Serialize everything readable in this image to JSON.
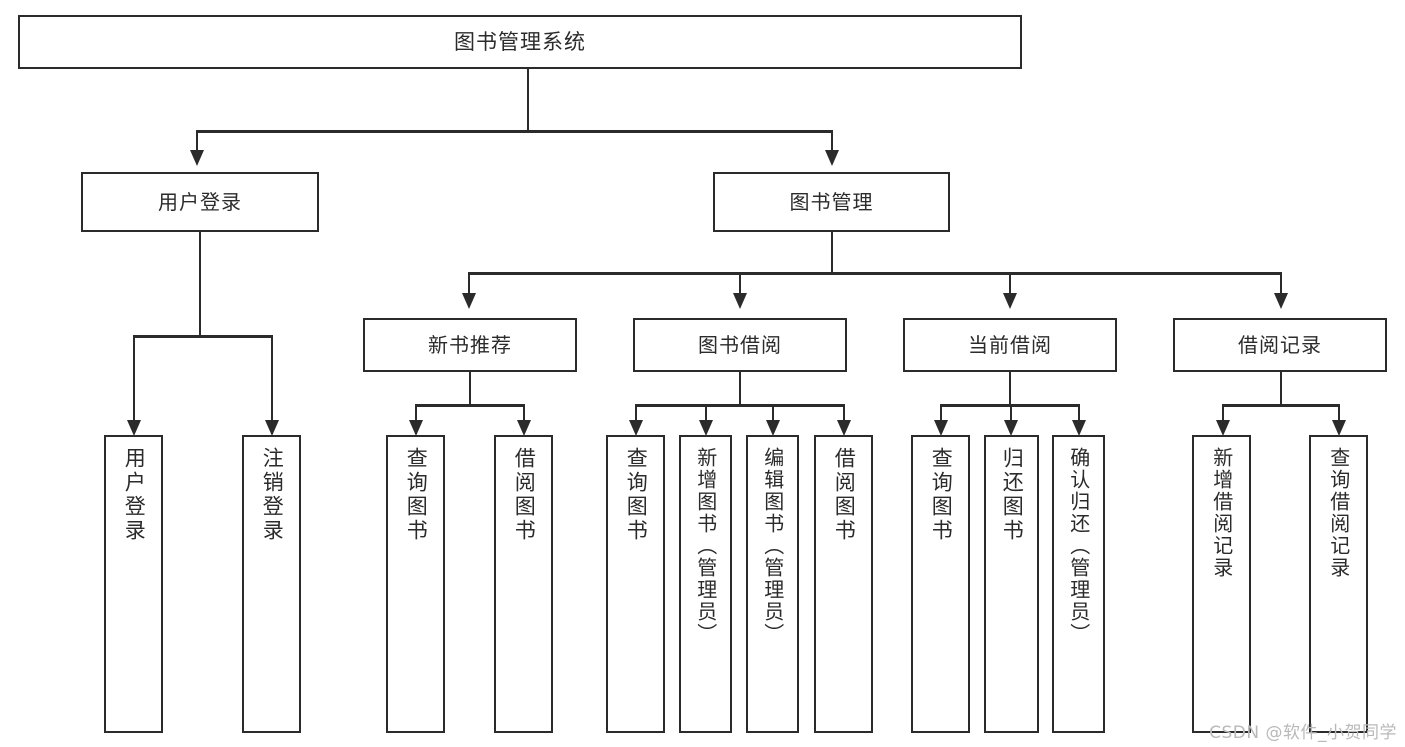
{
  "diagram": {
    "type": "tree-hierarchy",
    "title": "图书管理系统",
    "watermark": "CSDN @软件_小贺同学",
    "colors": {
      "stroke": "#2b2b2b",
      "background": "#ffffff",
      "text": "#2b2b2b",
      "watermark": "#b9b9b9"
    },
    "nodes": {
      "root": {
        "label": "图书管理系统"
      },
      "level2": [
        {
          "id": "user-login",
          "label": "用户登录"
        },
        {
          "id": "book-management",
          "label": "图书管理"
        }
      ],
      "level3": [
        {
          "id": "new-book-recommend",
          "label": "新书推荐"
        },
        {
          "id": "book-borrow",
          "label": "图书借阅"
        },
        {
          "id": "current-borrow",
          "label": "当前借阅"
        },
        {
          "id": "borrow-record",
          "label": "借阅记录"
        }
      ],
      "leaves": {
        "user-login": [
          {
            "id": "leaf-user-login",
            "label": "用户登录"
          },
          {
            "id": "leaf-logout-login",
            "label": "注销登录"
          }
        ],
        "new-book-recommend": [
          {
            "id": "leaf-query-book-1",
            "label": "查询图书"
          },
          {
            "id": "leaf-borrow-book-1",
            "label": "借阅图书"
          }
        ],
        "book-borrow": [
          {
            "id": "leaf-query-book-2",
            "label": "查询图书"
          },
          {
            "id": "leaf-add-book-admin",
            "label": "新增图书（管理员）"
          },
          {
            "id": "leaf-edit-book-admin",
            "label": "编辑图书（管理员）"
          },
          {
            "id": "leaf-borrow-book-2",
            "label": "借阅图书"
          }
        ],
        "current-borrow": [
          {
            "id": "leaf-query-book-3",
            "label": "查询图书"
          },
          {
            "id": "leaf-return-book",
            "label": "归还图书"
          },
          {
            "id": "leaf-confirm-return-admin",
            "label": "确认归还（管理员）"
          }
        ],
        "borrow-record": [
          {
            "id": "leaf-add-borrow-record",
            "label": "新增借阅记录"
          },
          {
            "id": "leaf-query-borrow-record",
            "label": "查询借阅记录"
          }
        ]
      }
    }
  }
}
